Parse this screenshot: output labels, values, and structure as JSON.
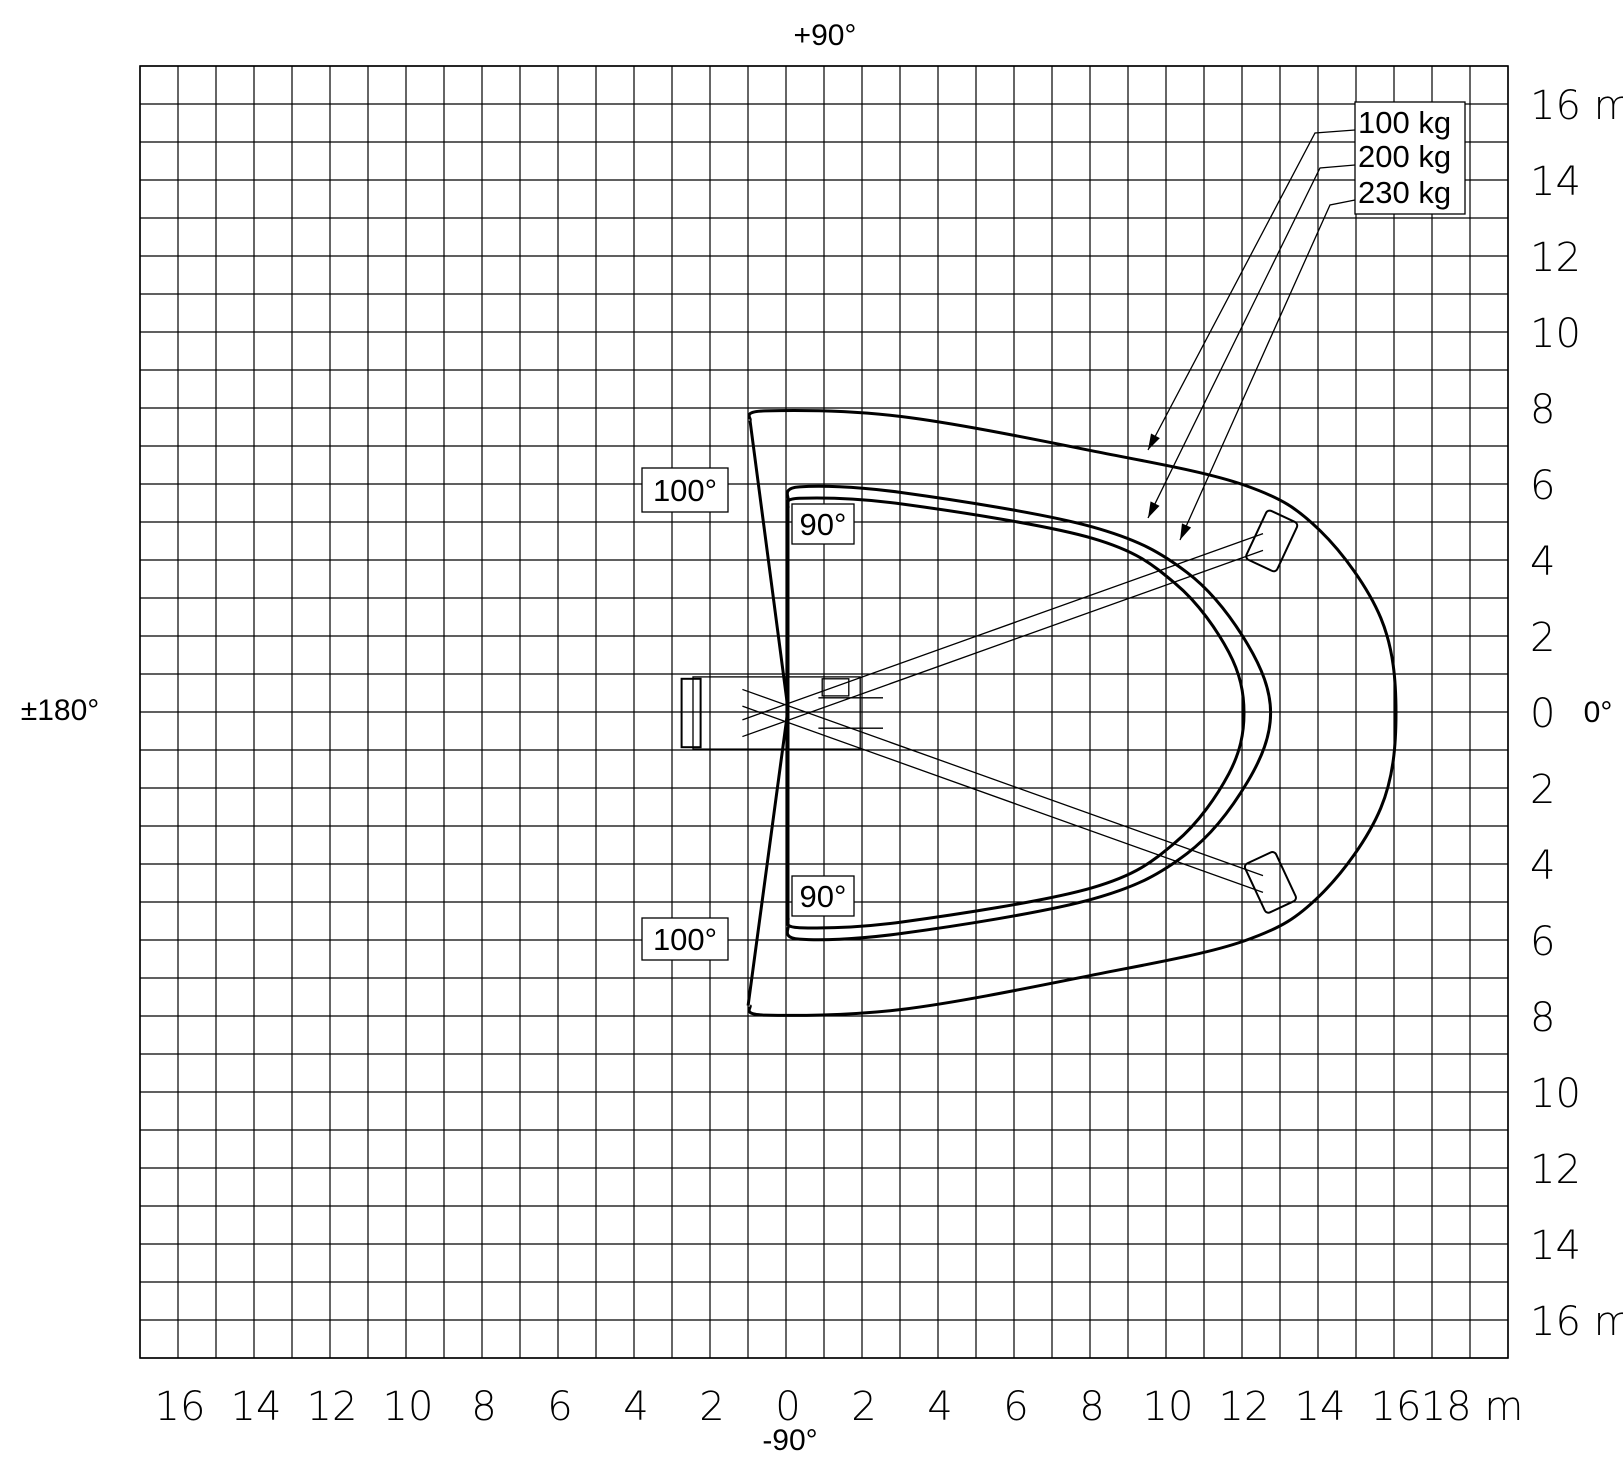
{
  "chart_data": {
    "type": "diagram",
    "subject": "working range top view",
    "x_ticks": [
      "16",
      "14",
      "12",
      "10",
      "8",
      "6",
      "4",
      "2",
      "0",
      "2",
      "4",
      "6",
      "8",
      "10",
      "12",
      "14",
      "16",
      "18 m"
    ],
    "y_ticks": [
      "16 m",
      "14",
      "12",
      "10",
      "8",
      "6",
      "4",
      "2",
      "0",
      "2",
      "4",
      "6",
      "8",
      "10",
      "12",
      "14",
      "16 m"
    ],
    "directions": {
      "top": "+90°",
      "bottom": "-90°",
      "left": "±180°",
      "right": "0°"
    },
    "loads": [
      "100 kg",
      "200 kg",
      "230 kg"
    ],
    "angle_labels": [
      "100°",
      "90°",
      "90°",
      "100°"
    ],
    "envelopes": [
      {
        "load": "100 kg",
        "max_reach_m": 16.2,
        "side_extent_m": 7.9,
        "rear_extent_m": -1.2,
        "rotation_limit_deg": 100
      },
      {
        "load": "200 kg",
        "max_reach_m": 12.8,
        "side_extent_m": 6.1,
        "rear_extent_m": 0,
        "rotation_limit_deg": 90
      },
      {
        "load": "230 kg",
        "max_reach_m": 12.1,
        "side_extent_m": 5.8,
        "rear_extent_m": 0,
        "rotation_limit_deg": 90
      }
    ],
    "grid_step_m": 1,
    "xlim": [
      -17,
      19
    ],
    "ylim": [
      -17,
      17
    ]
  }
}
